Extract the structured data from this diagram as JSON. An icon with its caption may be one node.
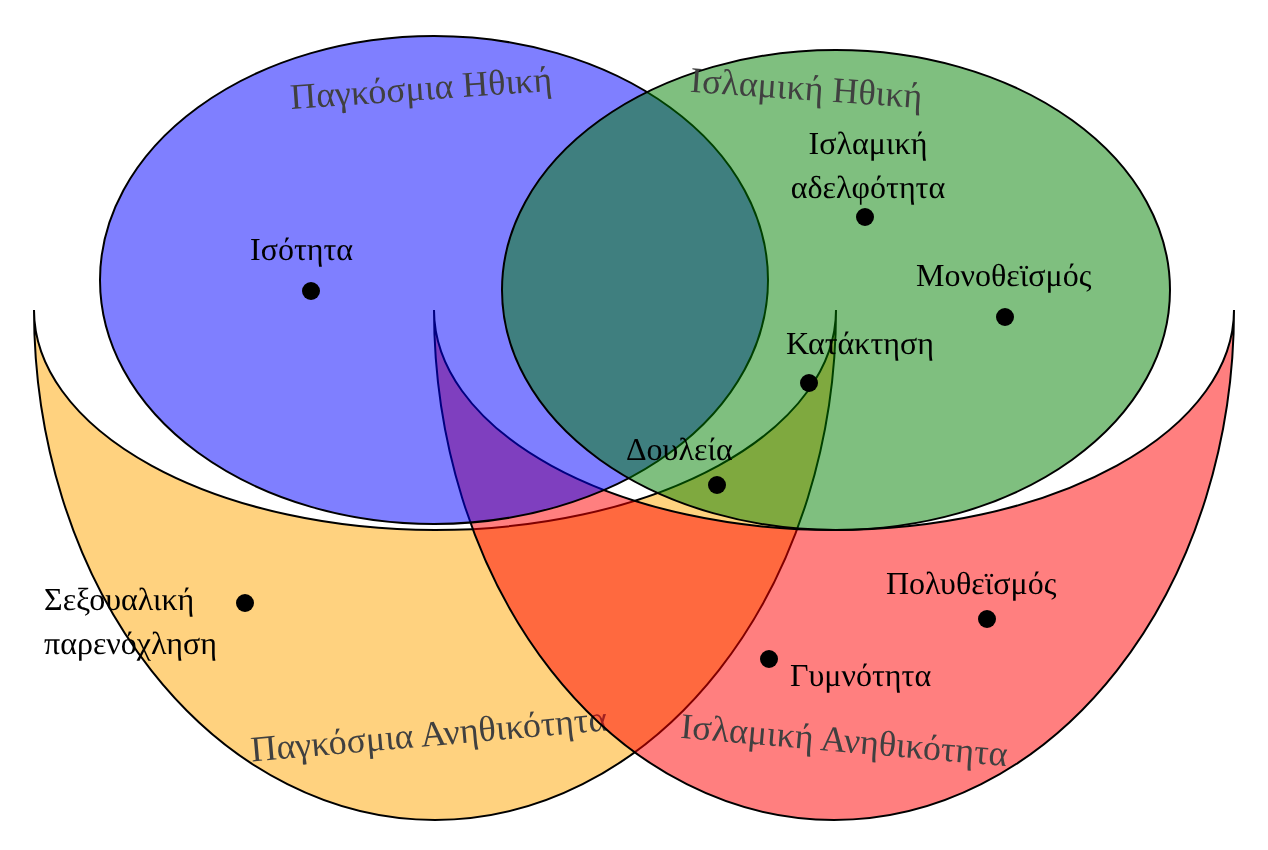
{
  "diagram": {
    "nodes": [
      {
        "text": [
          "Παγκόσμια Ηθική"
        ]
      },
      {
        "text": [
          "Ισλαμική Ηθική"
        ]
      },
      {
        "text": [
          "Παγκόσμια Ανηθικότητα"
        ]
      },
      {
        "text": [
          "Ισλαμική Ανηθικότητα"
        ]
      }
    ],
    "edges": [],
    "labels": [
      "Ισλαμική αδελφότητα",
      "Ισότητα",
      "Μονοθεϊσμός",
      "Κατάκτηση",
      "Δουλεία",
      "Πολυθεϊσμός",
      "Σεξουαλική παρενόχληση",
      "Γυμνότητα"
    ]
  }
}
